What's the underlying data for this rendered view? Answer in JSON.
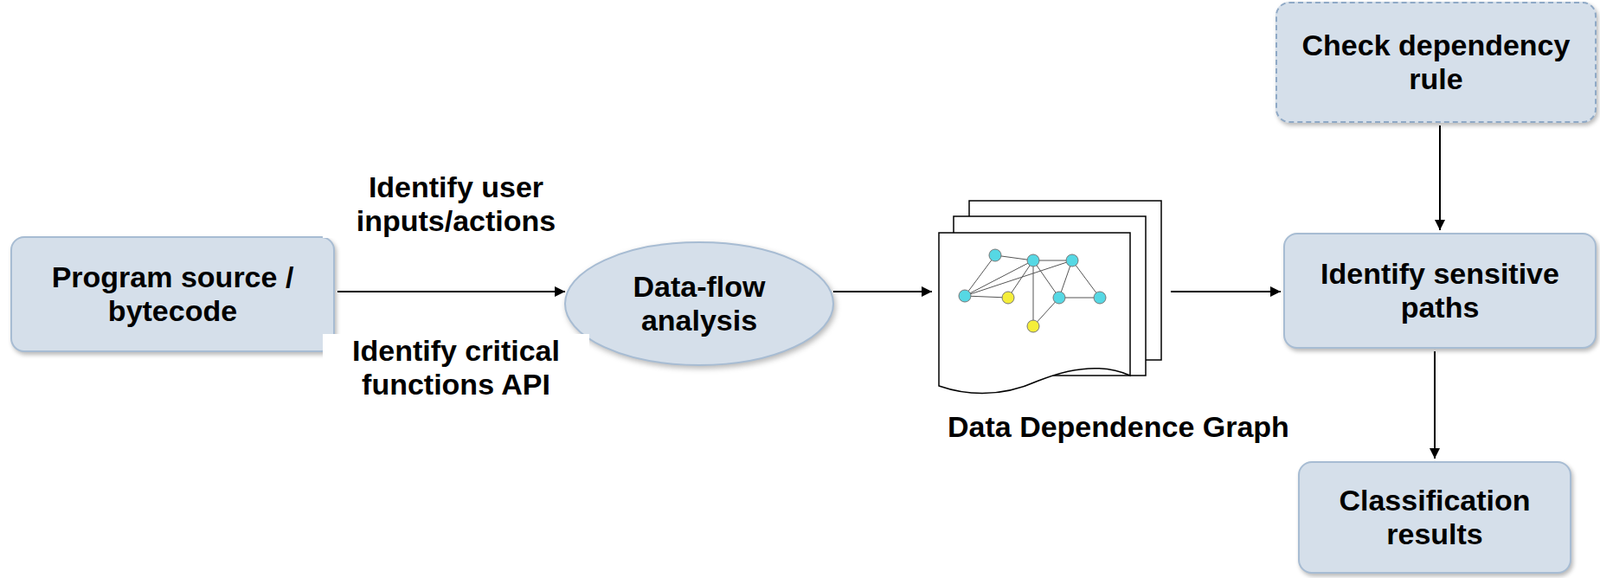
{
  "diagram": {
    "nodes": [
      {
        "text": [
          "Program source / bytecode"
        ]
      },
      {
        "text": [
          "Data-flow analysis"
        ]
      },
      {
        "text": [
          "Data Dependence Graph"
        ]
      },
      {
        "text": [
          "Check dependency rule"
        ]
      },
      {
        "text": [
          "Identify sensitive paths"
        ]
      },
      {
        "text": [
          "Classification results"
        ]
      }
    ],
    "edges": [
      {
        "from": 0,
        "to": 1,
        "label": "Identify user inputs/actions",
        "arrow": "to"
      },
      {
        "from": 1,
        "to": 2,
        "arrow": "to"
      },
      {
        "from": 2,
        "to": 4,
        "arrow": "to"
      },
      {
        "from": 3,
        "to": 4,
        "arrow": "to"
      },
      {
        "from": 4,
        "to": 5,
        "arrow": "to"
      }
    ],
    "labels": [
      "Identify critical functions API"
    ]
  }
}
